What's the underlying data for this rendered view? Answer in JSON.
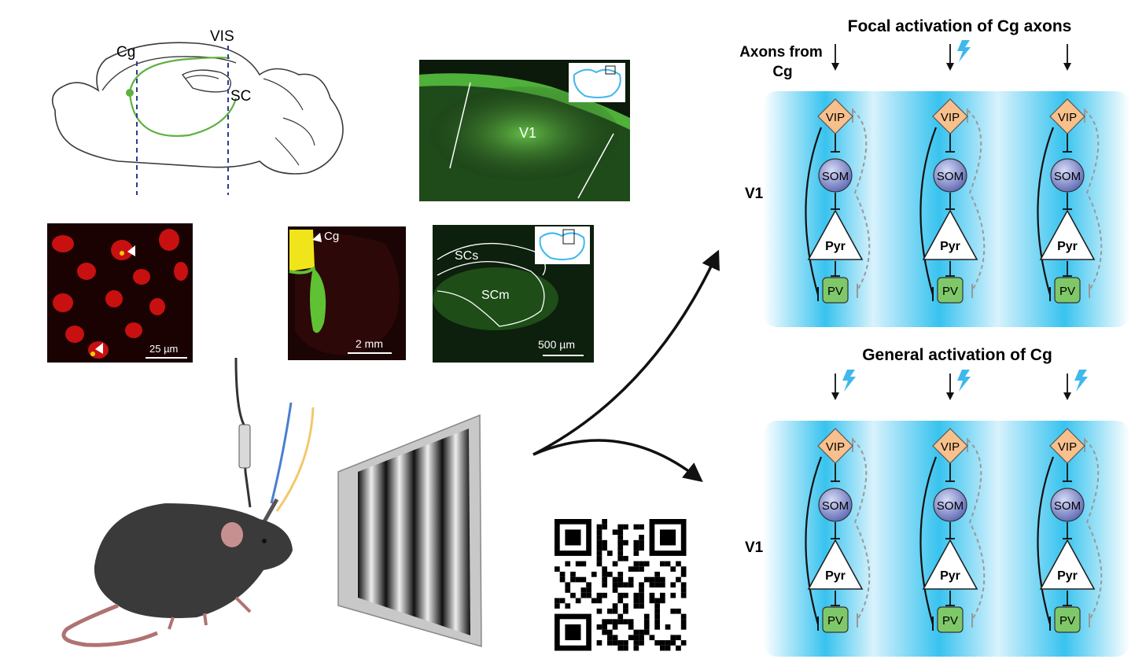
{
  "brain_schematic": {
    "labels": {
      "cg": "Cg",
      "vis": "VIS",
      "sc": "SC"
    },
    "colors": {
      "projection": "#5fb141",
      "outline": "#3a3a3a",
      "section_line": "#2b3f8f"
    }
  },
  "micrographs": {
    "v1_section": {
      "area_label": "V1",
      "background": "#0b1a0b",
      "fluorescence": "#4fb03a"
    },
    "red_cells": {
      "scale_bar": "25 µm",
      "background": "#1a0202",
      "cell_color": "#c81010"
    },
    "cg_injection": {
      "site_label": "Cg",
      "scale_bar": "2 mm"
    },
    "sc_section": {
      "superficial_label": "SCs",
      "motor_label": "SCm",
      "scale_bar": "500 µm"
    }
  },
  "focal_panel": {
    "title": "Focal activation of Cg axons",
    "input_label_line1": "Axons from",
    "input_label_line2": "Cg",
    "area_label": "V1",
    "columns": [
      {
        "vip": "VIP",
        "som": "SOM",
        "pyr": "Pyr",
        "pv": "PV",
        "light_stimulated": false
      },
      {
        "vip": "VIP",
        "som": "SOM",
        "pyr": "Pyr",
        "pv": "PV",
        "light_stimulated": true
      },
      {
        "vip": "VIP",
        "som": "SOM",
        "pyr": "Pyr",
        "pv": "PV",
        "light_stimulated": false
      }
    ]
  },
  "general_panel": {
    "title": "General activation of Cg",
    "area_label": "V1",
    "columns": [
      {
        "vip": "VIP",
        "som": "SOM",
        "pyr": "Pyr",
        "pv": "PV",
        "light_stimulated": true
      },
      {
        "vip": "VIP",
        "som": "SOM",
        "pyr": "Pyr",
        "pv": "PV",
        "light_stimulated": true
      },
      {
        "vip": "VIP",
        "som": "SOM",
        "pyr": "Pyr",
        "pv": "PV",
        "light_stimulated": true
      }
    ]
  },
  "colors": {
    "vip_fill": "#f7c08c",
    "som_fill": "#6e78c0",
    "pv_fill": "#7fc86a",
    "panel_blue": "#35c2ee",
    "lightning": "#3fb8ec",
    "dashed_connection": "#999999"
  },
  "legend_icons": [
    "mouse-icon",
    "grating-screen-icon",
    "qr-code-icon",
    "optic-fiber-icon"
  ]
}
